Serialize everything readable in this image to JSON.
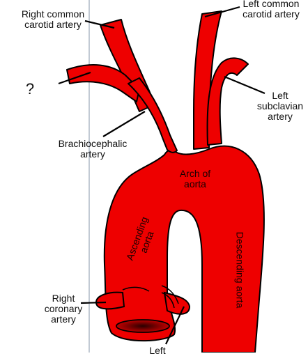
{
  "labels": {
    "right_common_carotid": "Right common\ncarotid artery",
    "left_common_carotid": "Left common\ncarotid artery",
    "left_subclavian": "Left\nsubclavian\nartery",
    "brachiocephalic": "Brachiocephalic\nartery",
    "arch_of_aorta": "Arch of\naorta",
    "ascending_aorta": "Ascending\naorta",
    "descending_aorta": "Descending aorta",
    "right_coronary": "Right\ncoronary\nartery",
    "left_coronary_partial": "Left",
    "hidden_label_mark": "?"
  },
  "colors": {
    "vessel": "#ee0000",
    "vessel_outline": "#000000",
    "guide_line": "#9aa6b8",
    "lumen_dark": "#7a0000"
  }
}
